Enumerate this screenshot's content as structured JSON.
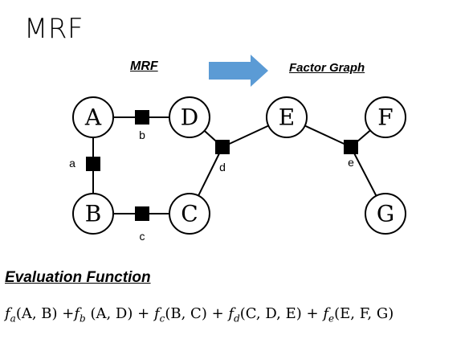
{
  "slide": {
    "title": "MRF"
  },
  "header": {
    "left_label": "MRF",
    "right_label": "Factor Graph",
    "arrow_color": "#5b9bd5",
    "arrow_icon": "right-arrow-icon"
  },
  "graph": {
    "nodes": [
      "A",
      "B",
      "C",
      "D",
      "E",
      "F",
      "G"
    ],
    "factors": [
      "a",
      "b",
      "c",
      "d",
      "e"
    ]
  },
  "evaluation": {
    "heading": "Evaluation Function",
    "terms": [
      {
        "f": "f",
        "sub": "a",
        "args": "(A, B)"
      },
      {
        "f": "f",
        "sub": "b",
        "args": "(A, D)"
      },
      {
        "f": "f",
        "sub": "c",
        "args": "(B, C)"
      },
      {
        "f": "f",
        "sub": "d",
        "args": "(C, D, E)"
      },
      {
        "f": "f",
        "sub": "e",
        "args": "(E, F, G)"
      }
    ],
    "operator": "+"
  }
}
